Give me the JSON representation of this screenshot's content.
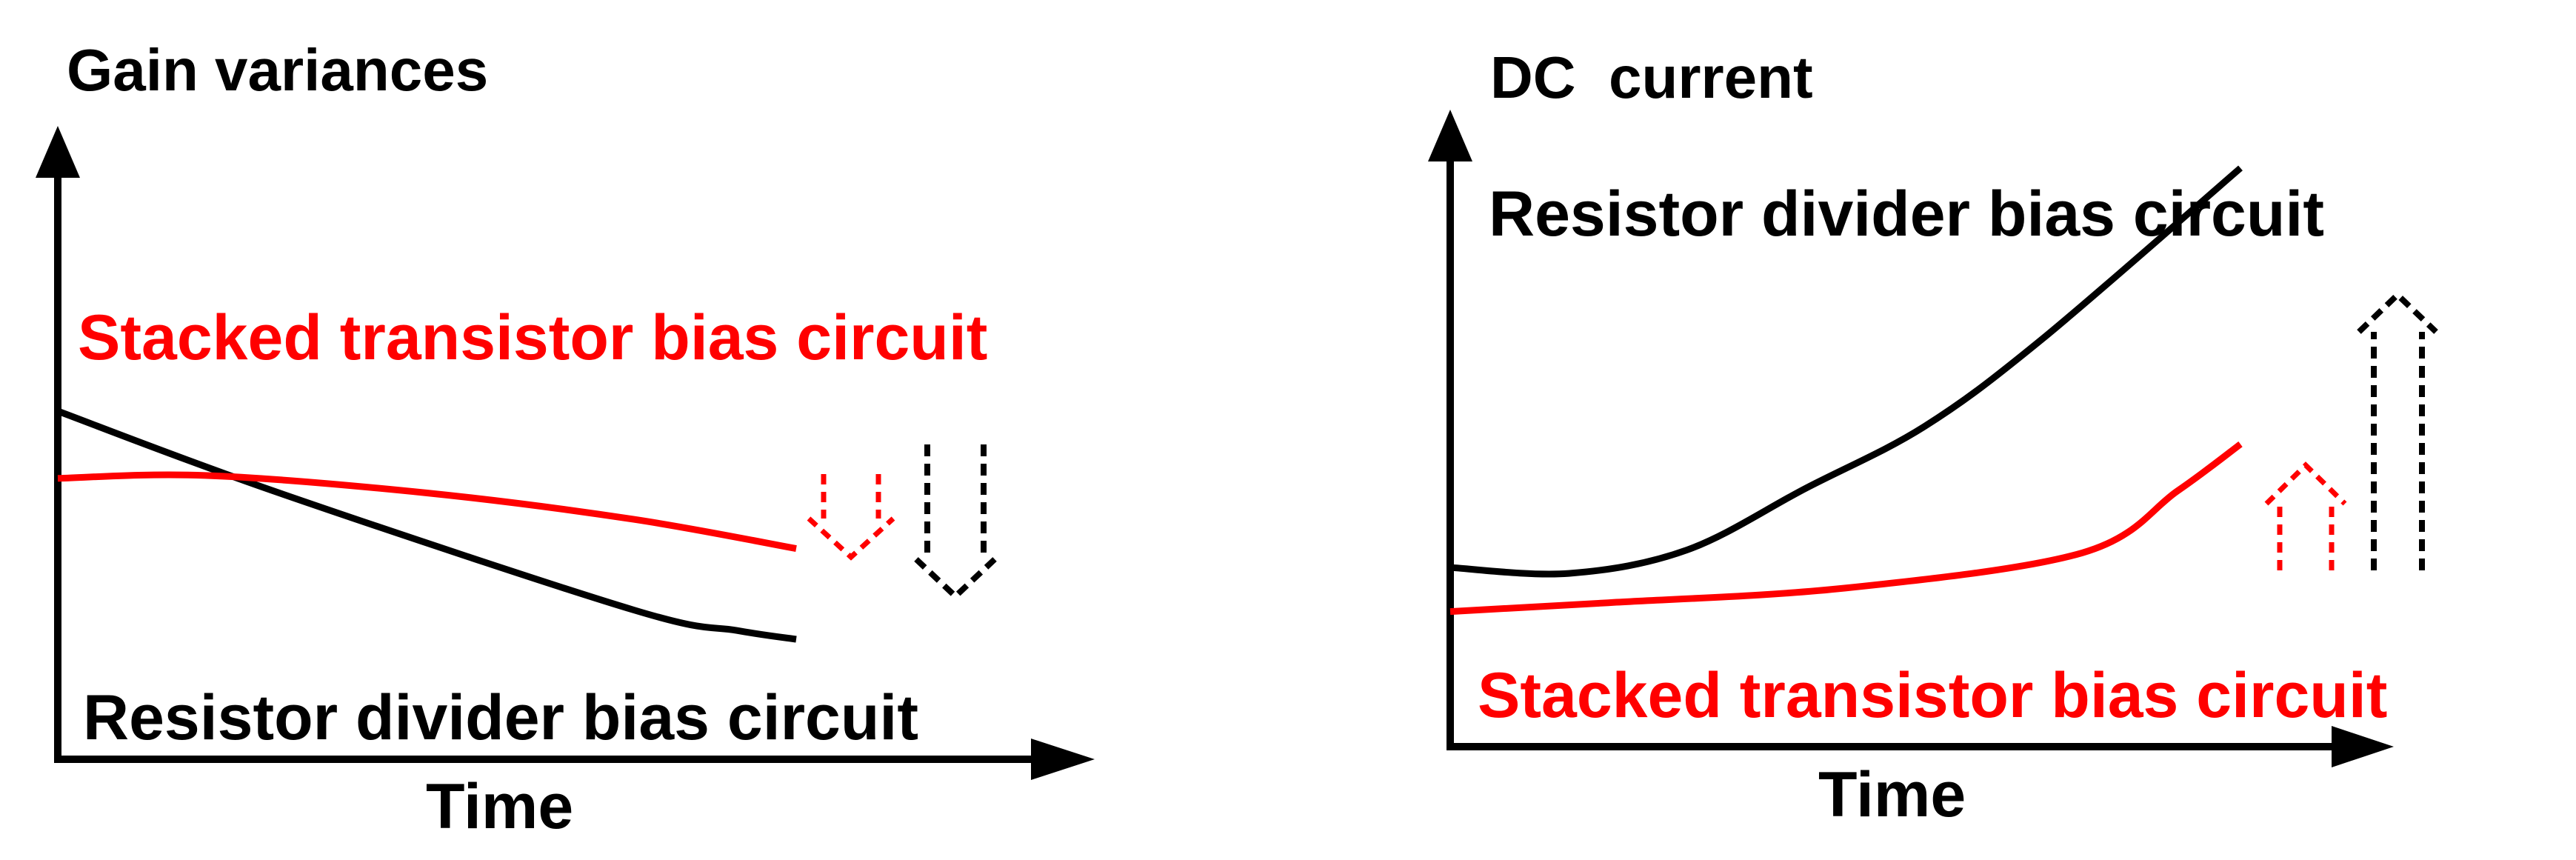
{
  "colors": {
    "black": "#000000",
    "red": "#ff0000",
    "background": "#ffffff"
  },
  "chart_data": [
    {
      "type": "line",
      "ylabel": "Gain variances",
      "xlabel": "Time",
      "grid": false,
      "series": [
        {
          "name": "Resistor divider bias circuit",
          "color": "#000000",
          "values": [
            [
              0.0,
              0.595
            ],
            [
              0.3,
              0.455
            ],
            [
              0.78,
              0.255
            ],
            [
              0.92,
              0.22
            ],
            [
              1.0,
              0.205
            ]
          ]
        },
        {
          "name": "Stacked transistor bias circuit",
          "color": "#ff0000",
          "values": [
            [
              0.0,
              0.48
            ],
            [
              0.2,
              0.485
            ],
            [
              0.5,
              0.455
            ],
            [
              0.78,
              0.41
            ],
            [
              1.0,
              0.36
            ]
          ]
        }
      ],
      "annotations": [
        {
          "kind": "dashed-arrow",
          "direction": "down",
          "color": "#ff0000",
          "meaning": "smaller gain variance"
        },
        {
          "kind": "dashed-arrow",
          "direction": "down",
          "color": "#000000",
          "meaning": "larger gain variance"
        }
      ]
    },
    {
      "type": "line",
      "ylabel": "DC  current",
      "xlabel": "Time",
      "grid": false,
      "series": [
        {
          "name": "Resistor divider bias circuit",
          "color": "#000000",
          "values": [
            [
              0.0,
              0.305
            ],
            [
              0.15,
              0.295
            ],
            [
              0.3,
              0.335
            ],
            [
              0.45,
              0.44
            ],
            [
              0.6,
              0.545
            ],
            [
              0.75,
              0.695
            ],
            [
              1.0,
              0.985
            ]
          ]
        },
        {
          "name": "Stacked transistor bias circuit",
          "color": "#ff0000",
          "values": [
            [
              0.0,
              0.23
            ],
            [
              0.2,
              0.245
            ],
            [
              0.5,
              0.27
            ],
            [
              0.8,
              0.33
            ],
            [
              0.92,
              0.435
            ],
            [
              1.0,
              0.515
            ]
          ]
        }
      ],
      "annotations": [
        {
          "kind": "dashed-arrow",
          "direction": "up",
          "color": "#ff0000",
          "meaning": "small current increase"
        },
        {
          "kind": "dashed-arrow",
          "direction": "up",
          "color": "#000000",
          "meaning": "large current increase"
        }
      ]
    }
  ]
}
